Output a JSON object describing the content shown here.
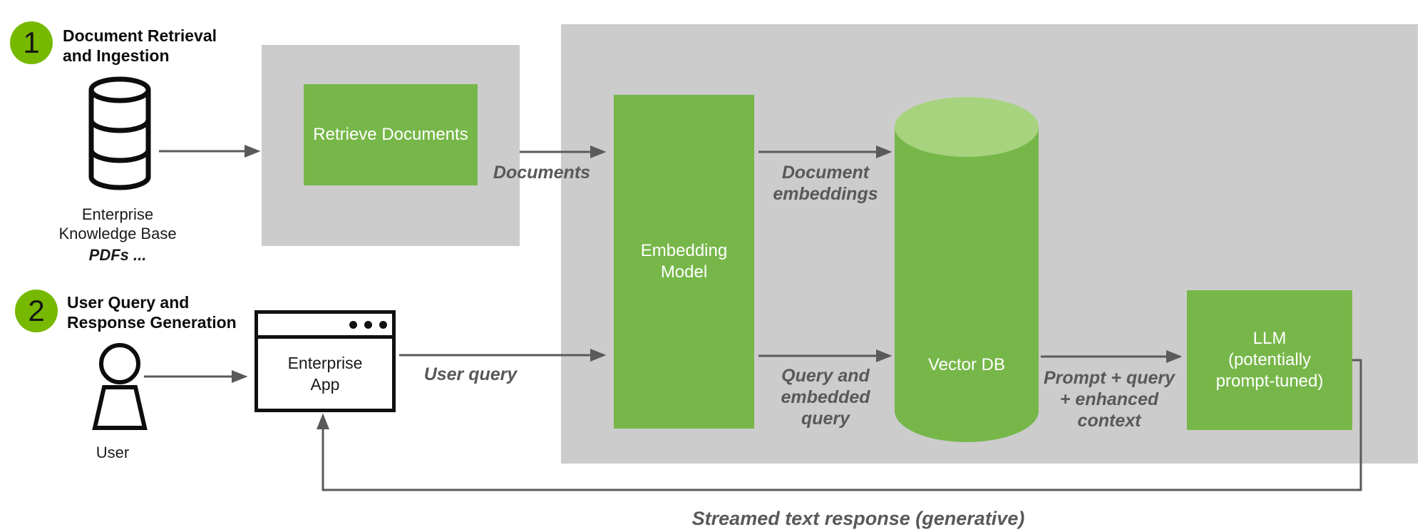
{
  "diagram": {
    "step1": {
      "number": "1",
      "title_line1": "Document Retrieval",
      "title_line2": "and Ingestion"
    },
    "step2": {
      "number": "2",
      "title_line1": "User Query and",
      "title_line2": "Response Generation"
    },
    "nodes": {
      "knowledge_base": {
        "line1": "Enterprise",
        "line2": "Knowledge Base",
        "line3": "PDFs ..."
      },
      "retrieve_documents": {
        "label": "Retrieve Documents"
      },
      "embedding_model": {
        "line1": "Embedding",
        "line2": "Model"
      },
      "vector_db": {
        "label": "Vector DB"
      },
      "llm": {
        "line1": "LLM",
        "line2": "(potentially",
        "line3": "prompt-tuned)"
      },
      "user": {
        "label": "User"
      },
      "enterprise_app": {
        "line1": "Enterprise",
        "line2": "App"
      }
    },
    "edge_labels": {
      "documents": "Documents",
      "document_embeddings": {
        "line1": "Document",
        "line2": "embeddings"
      },
      "user_query": "User query",
      "query_and_embedded_query": {
        "line1": "Query and",
        "line2": "embedded",
        "line3": "query"
      },
      "prompt_query_context": {
        "line1": "Prompt + query",
        "line2": "+ enhanced",
        "line3": "context"
      },
      "streamed_response": "Streamed text response (generative)"
    },
    "colors": {
      "badge_green": "#76b900",
      "box_green": "#77b74a",
      "cylinder_top_green": "#a7d37f",
      "panel_gray": "#cccccc",
      "arrow_gray": "#5a5a5c",
      "edge_label_gray": "#58595b",
      "text_black": "#1a1a1a"
    }
  }
}
